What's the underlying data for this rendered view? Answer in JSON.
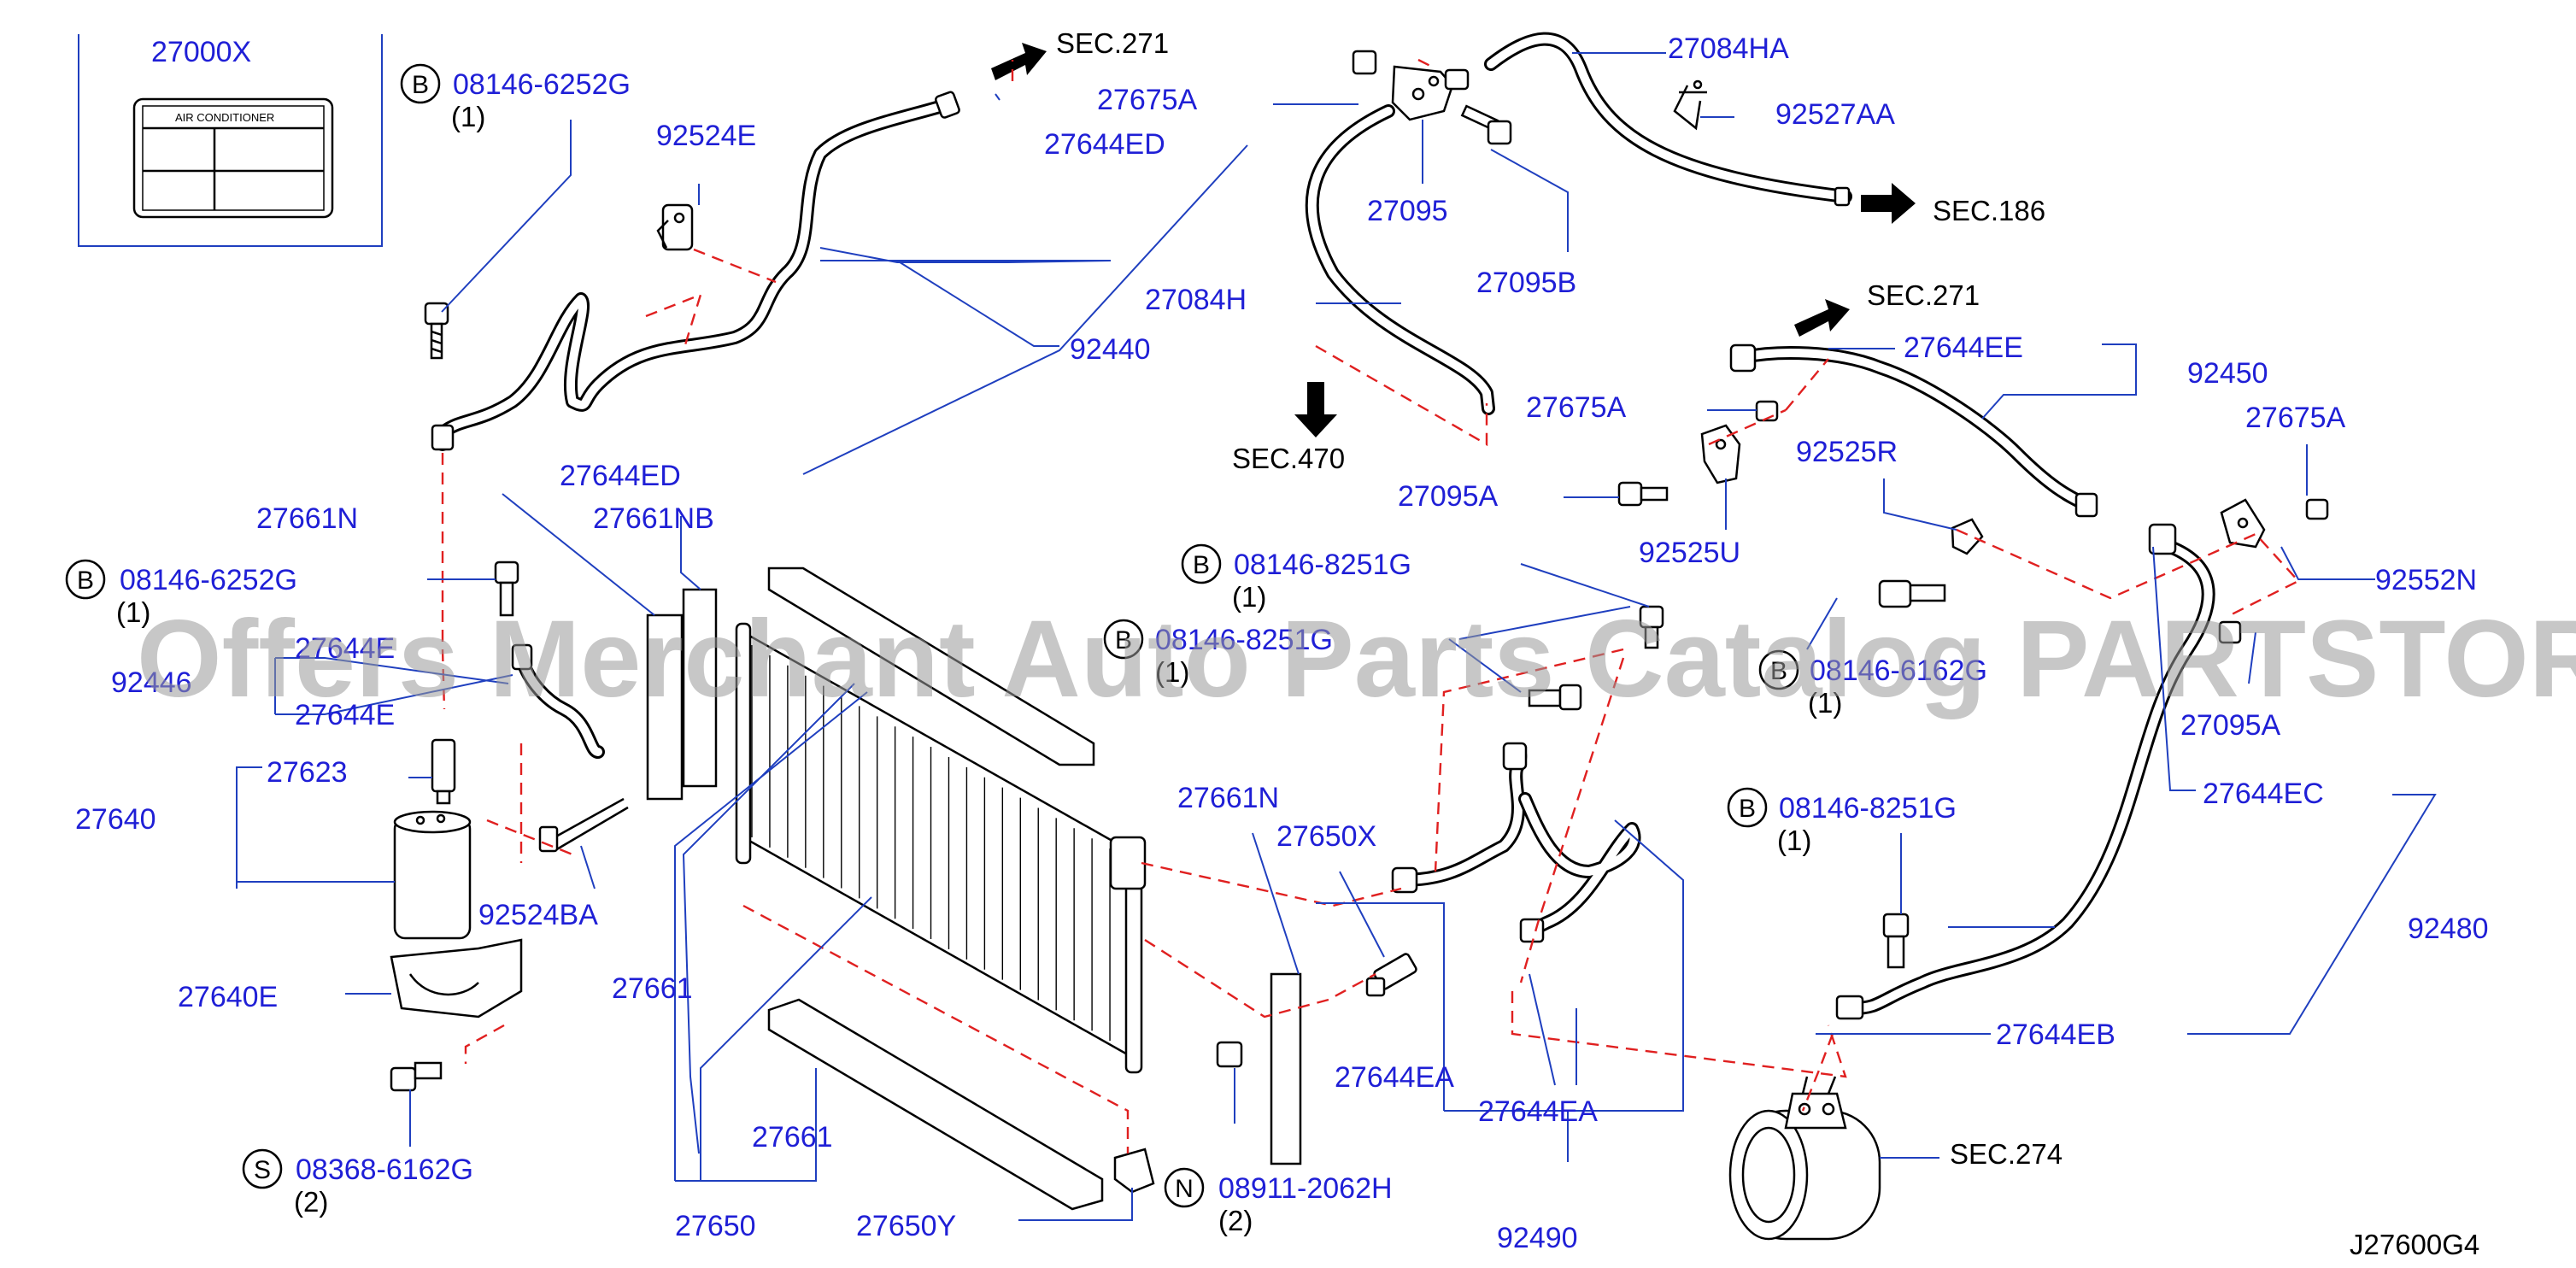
{
  "diagram_code": "J27600G4",
  "watermark": "Offers Merchant Auto Parts Catalog PARTSTORE.SA",
  "ac_label_text": "AIR    CONDITIONER",
  "sections": {
    "sec271_top": "SEC.271",
    "sec186": "SEC.186",
    "sec470": "SEC.470",
    "sec271_right": "SEC.271",
    "sec274": "SEC.274"
  },
  "parts": {
    "p27000X": "27000X",
    "p92524E": "92524E",
    "p92440": "92440",
    "p27644ED_top": "27644ED",
    "p27644ED_left": "27644ED",
    "p27675A_top": "27675A",
    "p27095": "27095",
    "p27095B": "27095B",
    "p27084HA": "27084HA",
    "p92527AA": "92527AA",
    "p27084H": "27084H",
    "p27675A_mid": "27675A",
    "p27095A_mid": "27095A",
    "p27644EE": "27644EE",
    "p92450": "92450",
    "p27675A_right": "27675A",
    "p92525R": "92525R",
    "p92525U": "92525U",
    "p92552N": "92552N",
    "p27095A_right": "27095A",
    "p27644EC": "27644EC",
    "p92480": "92480",
    "p27644EB": "27644EB",
    "p27661N_left": "27661N",
    "p27661NB": "27661NB",
    "p92446": "92446",
    "p27644E_a": "27644E",
    "p27644E_b": "27644E",
    "p27623": "27623",
    "p27640": "27640",
    "p92524BA": "92524BA",
    "p27640E": "27640E",
    "p27661_mid": "27661",
    "p27661_low": "27661",
    "p27650": "27650",
    "p27650Y": "27650Y",
    "p27661N_right": "27661N",
    "p27650X": "27650X",
    "p27644EA_a": "27644EA",
    "p27644EA_b": "27644EA",
    "p92490": "92490"
  },
  "fasteners": [
    {
      "letter": "B",
      "code": "08146-6252G",
      "qty": "(1)"
    },
    {
      "letter": "B",
      "code": "08146-6252G",
      "qty": "(1)"
    },
    {
      "letter": "B",
      "code": "08146-8251G",
      "qty": "(1)"
    },
    {
      "letter": "B",
      "code": "08146-8251G",
      "qty": "(1)"
    },
    {
      "letter": "B",
      "code": "08146-6162G",
      "qty": "(1)"
    },
    {
      "letter": "B",
      "code": "08146-8251G",
      "qty": "(1)"
    },
    {
      "letter": "S",
      "code": "08368-6162G",
      "qty": "(2)"
    },
    {
      "letter": "N",
      "code": "08911-2062H",
      "qty": "(2)"
    }
  ]
}
